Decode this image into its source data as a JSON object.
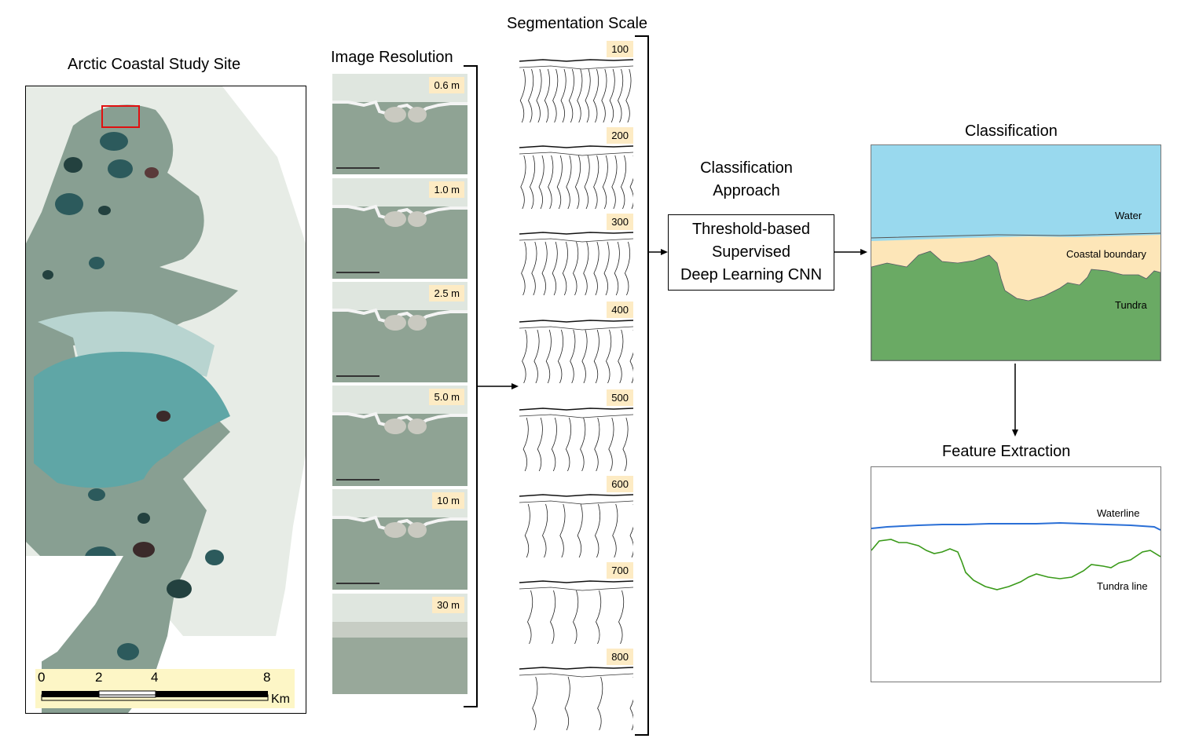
{
  "study_site": {
    "title": "Arctic Coastal Study Site",
    "scale_ticks": [
      "0",
      "2",
      "4",
      "8"
    ],
    "scale_unit": "Km"
  },
  "resolution": {
    "title": "Image Resolution",
    "labels": [
      "0.6 m",
      "1.0 m",
      "2.5 m",
      "5.0 m",
      "10 m",
      "30 m"
    ]
  },
  "segmentation": {
    "title": "Segmentation Scale",
    "labels": [
      "100",
      "200",
      "300",
      "400",
      "500",
      "600",
      "700",
      "800"
    ]
  },
  "approach": {
    "title_line1": "Classification",
    "title_line2": "Approach",
    "methods": [
      "Threshold-based",
      "Supervised",
      "Deep Learning CNN"
    ]
  },
  "classification": {
    "title": "Classification",
    "classes": [
      "Water",
      "Coastal boundary",
      "Tundra"
    ],
    "colors": {
      "water": "#99d9ee",
      "coastal": "#fde6b8",
      "tundra": "#6aaa64"
    }
  },
  "feature": {
    "title": "Feature Extraction",
    "lines": [
      "Waterline",
      "Tundra line"
    ],
    "colors": {
      "waterline": "#2a6fd6",
      "tundraline": "#3a9a1a"
    }
  }
}
